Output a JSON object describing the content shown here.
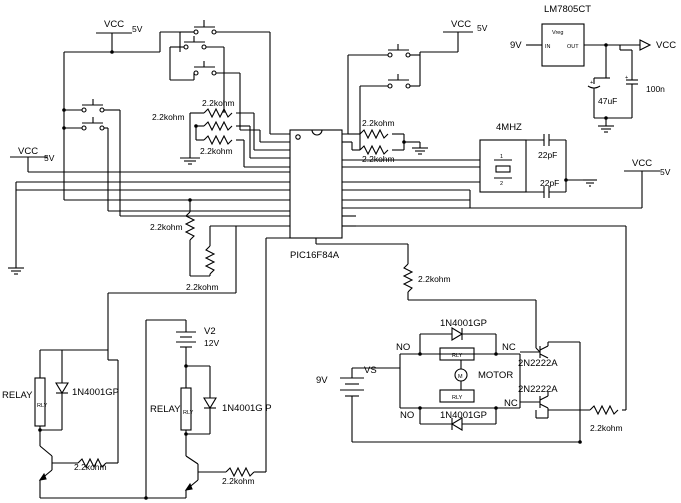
{
  "labels": {
    "vcc_top": "VCC",
    "v5_top": "5V",
    "vcc_top_right": "VCC",
    "v5_top_right": "5V",
    "vcc_left": "VCC",
    "v5_left": "5V",
    "vcc_right": "VCC",
    "v5_right": "5V",
    "vcc_reg_out": "VCC",
    "regulator_part": "LM7805CT",
    "regulator_name": "Vreg",
    "regulator_in": "IN",
    "regulator_out": "OUT",
    "reg_input_voltage": "9V",
    "cap_47uf": "47uF",
    "cap_100n": "100n",
    "crystal_freq": "4MHZ",
    "cap_22pf_top": "22pF",
    "cap_22pf_bottom": "22pF",
    "mcu_part": "PIC16F84A",
    "r_2k2": "2.2kohm",
    "diode_part": "1N4001GP",
    "diode_part_spaced": "1N4001G P",
    "relay": "RELAY",
    "relay_coil": "RLY",
    "v2_name": "V2",
    "v2_volts": "12V",
    "motor_supply_volts": "9V",
    "motor_supply_name": "VS",
    "motor": "MOTOR",
    "motor_symbol": "M",
    "transistor": "2N2222A",
    "no": "NO",
    "nc": "NC"
  }
}
